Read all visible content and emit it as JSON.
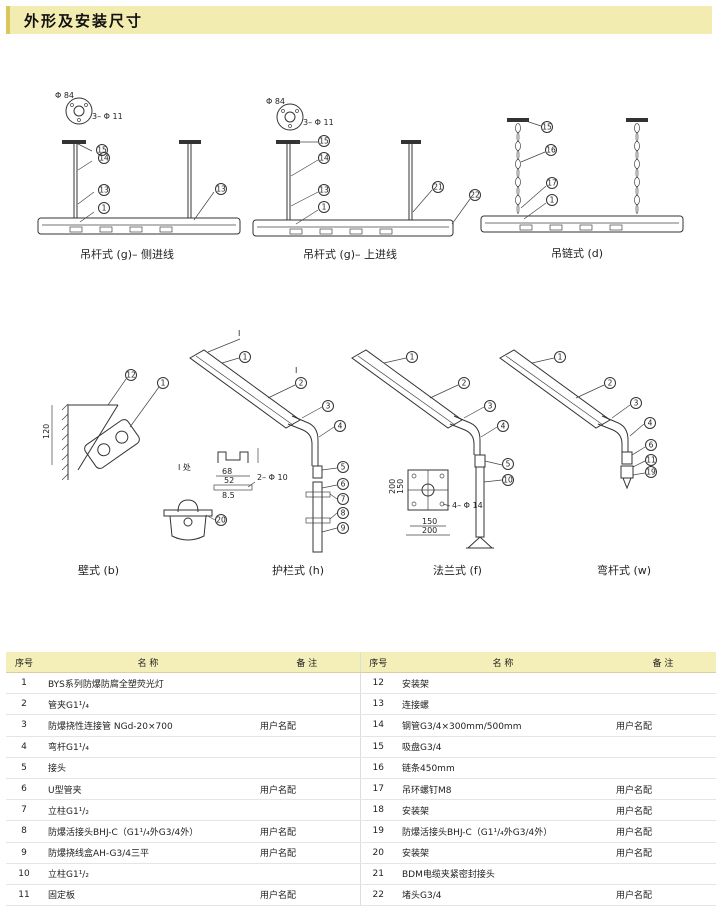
{
  "header": {
    "title": "外形及安装尺寸"
  },
  "figures": {
    "captions": [
      "吊杆式 (g)– 侧进线",
      "吊杆式 (g)– 上进线",
      "吊链式 (d)",
      "壁式 (b)",
      "护栏式 (h)",
      "法兰式 (f)",
      "弯杆式 (w)"
    ],
    "dims": {
      "phi84": "Φ 84",
      "phi11": "3– Φ 11",
      "d120": "120",
      "detail_label": "I 处",
      "roman_i": "I",
      "d2phi10": "2– Φ 10",
      "d68": "68",
      "d52": "52",
      "d85": "8.5",
      "d4phi14": "4– Φ 14",
      "d200a": "200",
      "d150a": "150",
      "d150b": "150",
      "d200b": "200"
    }
  },
  "parts_table": {
    "headers": {
      "no": "序号",
      "name": "名 称",
      "note": "备 注"
    },
    "left": [
      {
        "no": "1",
        "name": "BYS系列防爆防腐全塑荧光灯",
        "note": ""
      },
      {
        "no": "2",
        "name": "管夹G1¹/₄",
        "note": ""
      },
      {
        "no": "3",
        "name": "防爆挠性连接管 NGd-20×700",
        "note": "用户名配"
      },
      {
        "no": "4",
        "name": "弯杆G1¹/₄",
        "note": ""
      },
      {
        "no": "5",
        "name": "接头",
        "note": ""
      },
      {
        "no": "6",
        "name": "U型管夹",
        "note": "用户名配"
      },
      {
        "no": "7",
        "name": "立柱G1¹/₂",
        "note": ""
      },
      {
        "no": "8",
        "name": "防爆活接头BHJ-C（G1¹/₄外G3/4外）",
        "note": "用户名配"
      },
      {
        "no": "9",
        "name": "防爆挠线盒AH-G3/4三平",
        "note": "用户名配"
      },
      {
        "no": "10",
        "name": "立柱G1¹/₂",
        "note": ""
      },
      {
        "no": "11",
        "name": "固定板",
        "note": "用户名配"
      }
    ],
    "right": [
      {
        "no": "12",
        "name": "安装架",
        "note": ""
      },
      {
        "no": "13",
        "name": "连接螺",
        "note": ""
      },
      {
        "no": "14",
        "name": "钢管G3/4×300mm/500mm",
        "note": "用户名配"
      },
      {
        "no": "15",
        "name": "吸盘G3/4",
        "note": ""
      },
      {
        "no": "16",
        "name": "链条450mm",
        "note": ""
      },
      {
        "no": "17",
        "name": "吊环螺钉M8",
        "note": "用户名配"
      },
      {
        "no": "18",
        "name": "安装架",
        "note": "用户名配"
      },
      {
        "no": "19",
        "name": "防爆活接头BHJ-C（G1¹/₄外G3/4外）",
        "note": "用户名配"
      },
      {
        "no": "20",
        "name": "安装架",
        "note": "用户名配"
      },
      {
        "no": "21",
        "name": "BDM电缆夹紧密封接头",
        "note": ""
      },
      {
        "no": "22",
        "name": "堵头G3/4",
        "note": "用户名配"
      }
    ]
  }
}
